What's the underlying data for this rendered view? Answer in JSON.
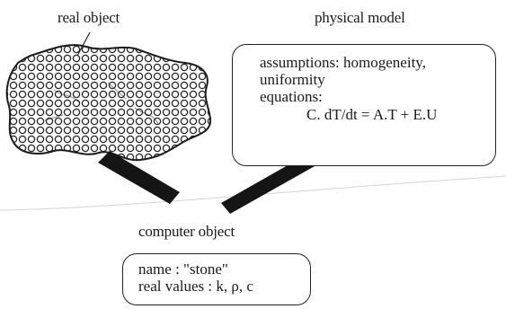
{
  "real_object": {
    "label": "real object",
    "icon": "stone-icon"
  },
  "physical_model": {
    "label": "physical model",
    "assumptions_line1": "assumptions: homogeneity,",
    "assumptions_line2": "uniformity",
    "equations_label": "equations:",
    "equation": "C. dT/dt = A.T + E.U"
  },
  "computer_object": {
    "label": "computer object",
    "name_line": "name : \"stone\"",
    "values_line": "real values : k, ρ, c"
  },
  "colors": {
    "ink": "#1a1a1a",
    "background": "#ffffff"
  }
}
